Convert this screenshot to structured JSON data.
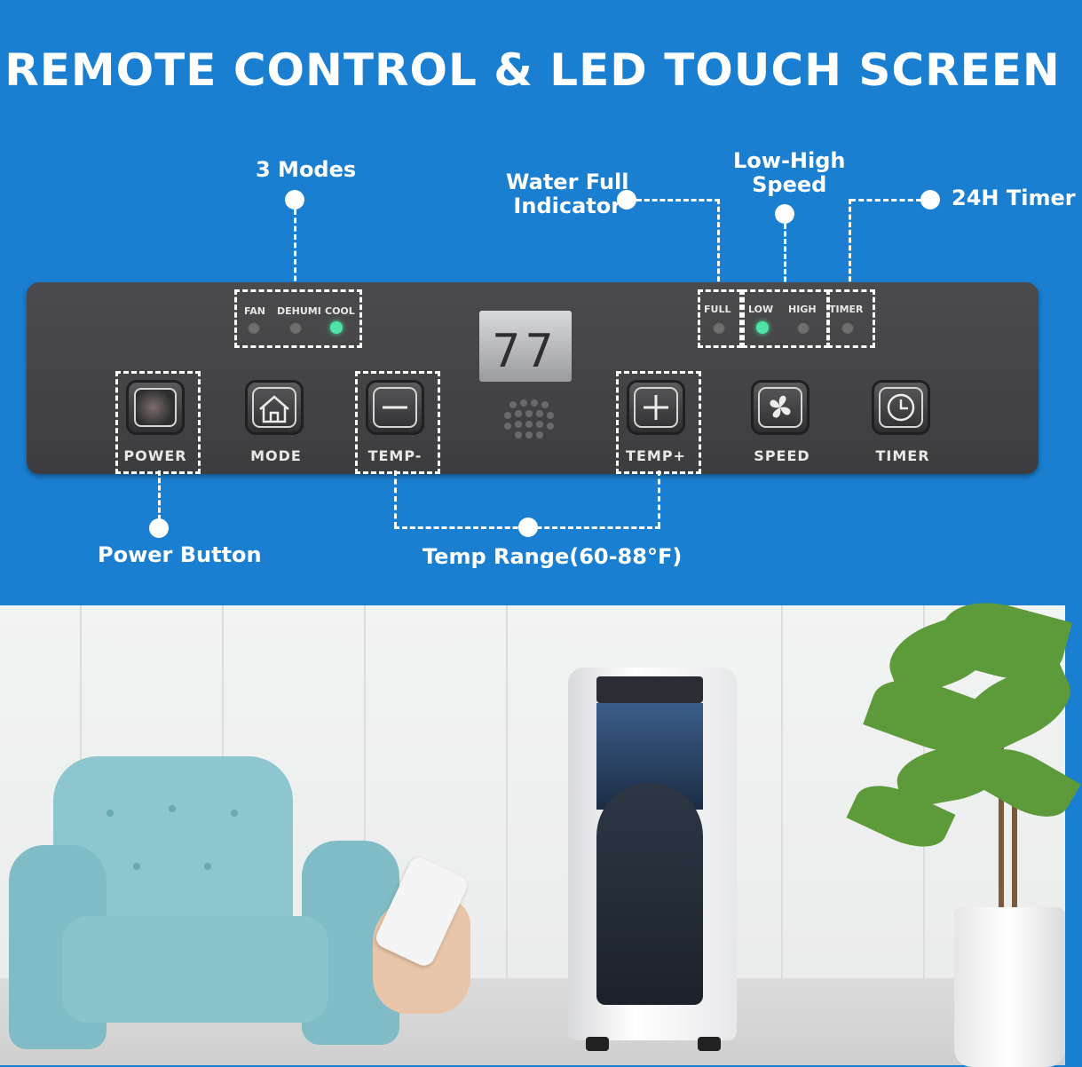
{
  "headline": "REMOTE CONTROL & LED TOUCH SCREEN",
  "callouts": {
    "modes": "3 Modes",
    "water_full": [
      "Water Full",
      "Indicator"
    ],
    "speed": [
      "Low-High",
      "Speed"
    ],
    "timer": "24H Timer",
    "power": "Power Button",
    "temp_range": "Temp Range(60-88°F)"
  },
  "panel": {
    "mode_leds": [
      {
        "label": "FAN",
        "on": false
      },
      {
        "label": "DEHUMI",
        "on": false
      },
      {
        "label": "COOL",
        "on": true
      }
    ],
    "status_leds": [
      {
        "label": "FULL",
        "on": false
      },
      {
        "label": "LOW",
        "on": true
      },
      {
        "label": "HIGH",
        "on": false
      },
      {
        "label": "TIMER",
        "on": false
      }
    ],
    "display_value": "77",
    "buttons": [
      {
        "label": "POWER",
        "icon": "power-icon"
      },
      {
        "label": "MODE",
        "icon": "house-icon"
      },
      {
        "label": "TEMP-",
        "icon": "minus-icon"
      },
      {
        "label": "TEMP+",
        "icon": "plus-icon"
      },
      {
        "label": "SPEED",
        "icon": "fan-icon"
      },
      {
        "label": "TIMER",
        "icon": "clock-icon"
      }
    ]
  },
  "colors": {
    "background_blue": "#1a7fd0",
    "panel_gray": "#444446",
    "led_on": "#4fe3a5"
  }
}
